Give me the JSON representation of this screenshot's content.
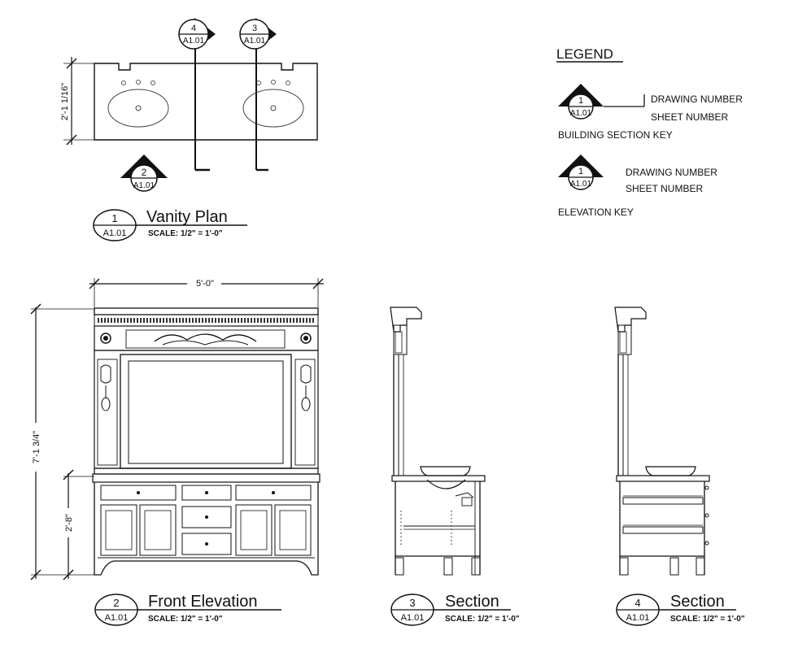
{
  "legend": {
    "title": "LEGEND",
    "section_key": {
      "drawing_number": "1",
      "sheet_number": "A1.01",
      "drawing_number_label": "DRAWING NUMBER",
      "sheet_number_label": "SHEET NUMBER",
      "caption": "BUILDING SECTION KEY"
    },
    "elevation_key": {
      "drawing_number": "1",
      "sheet_number": "A1.01",
      "drawing_number_label": "DRAWING NUMBER",
      "sheet_number_label": "SHEET NUMBER",
      "caption": "ELEVATION KEY"
    }
  },
  "vanity_plan": {
    "dimension": "2'-1 1/16\"",
    "section_markers": [
      {
        "number": "4",
        "sheet": "A1.01"
      },
      {
        "number": "3",
        "sheet": "A1.01"
      }
    ],
    "elevation_marker": {
      "number": "2",
      "sheet": "A1.01"
    },
    "title": {
      "number": "1",
      "sheet": "A1.01",
      "name": "Vanity Plan",
      "scale": "SCALE: 1/2\" = 1'-0\""
    }
  },
  "front_elevation": {
    "width_dimension": "5'-0\"",
    "height_dimension": "7'-1 3/4\"",
    "base_dimension": "2'-8\"",
    "title": {
      "number": "2",
      "sheet": "A1.01",
      "name": "Front Elevation",
      "scale": "SCALE: 1/2\" = 1'-0\""
    }
  },
  "section_3": {
    "title": {
      "number": "3",
      "sheet": "A1.01",
      "name": "Section",
      "scale": "SCALE: 1/2\" = 1'-0\""
    }
  },
  "section_4": {
    "title": {
      "number": "4",
      "sheet": "A1.01",
      "name": "Section",
      "scale": "SCALE: 1/2\" = 1'-0\""
    }
  }
}
